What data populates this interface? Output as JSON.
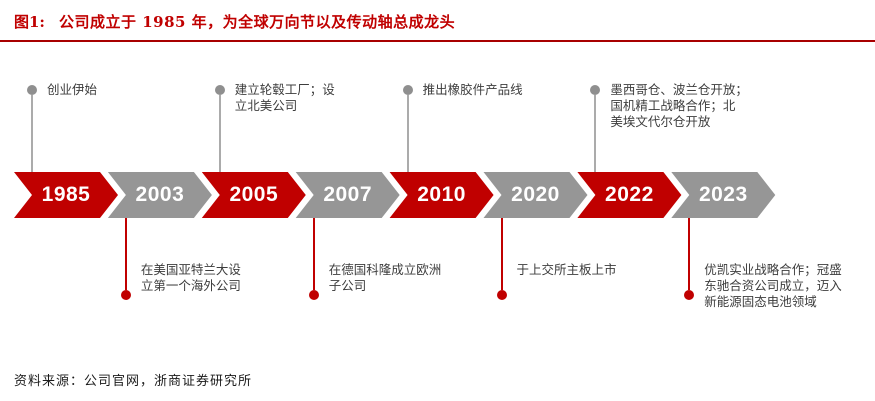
{
  "header": {
    "figure_label": "图1:",
    "title": "公司成立于 1985 年，为全球万向节以及传动轴总成龙头"
  },
  "footer": {
    "source": "资料来源：公司官网，浙商证券研究所"
  },
  "colors": {
    "red": "#c00000",
    "gray": "#969696",
    "top_line": "#ababab",
    "top_dot": "#8f8f8f",
    "note_text": "#3d3d3d",
    "rule_red": "#a80000"
  },
  "timeline": {
    "milestones": [
      {
        "year": "1985",
        "color": "red",
        "side": "top",
        "note": "创业伊始"
      },
      {
        "year": "2003",
        "color": "gray",
        "side": "bottom",
        "note": "在美国亚特兰大设\n立第一个海外公司"
      },
      {
        "year": "2005",
        "color": "red",
        "side": "top",
        "note": "建立轮毂工厂；设\n立北美公司"
      },
      {
        "year": "2007",
        "color": "gray",
        "side": "bottom",
        "note": "在德国科隆成立欧洲\n子公司"
      },
      {
        "year": "2010",
        "color": "red",
        "side": "top",
        "note": "推出橡胶件产品线"
      },
      {
        "year": "2020",
        "color": "gray",
        "side": "bottom",
        "note": "于上交所主板上市"
      },
      {
        "year": "2022",
        "color": "red",
        "side": "top",
        "note": "墨西哥仓、波兰仓开放；\n国机精工战略合作；北\n美埃文代尔仓开放"
      },
      {
        "year": "2023",
        "color": "gray",
        "side": "bottom",
        "note": "优凯实业战略合作；冠盛\n东驰合资公司成立，迈入\n新能源固态电池领域"
      }
    ]
  }
}
